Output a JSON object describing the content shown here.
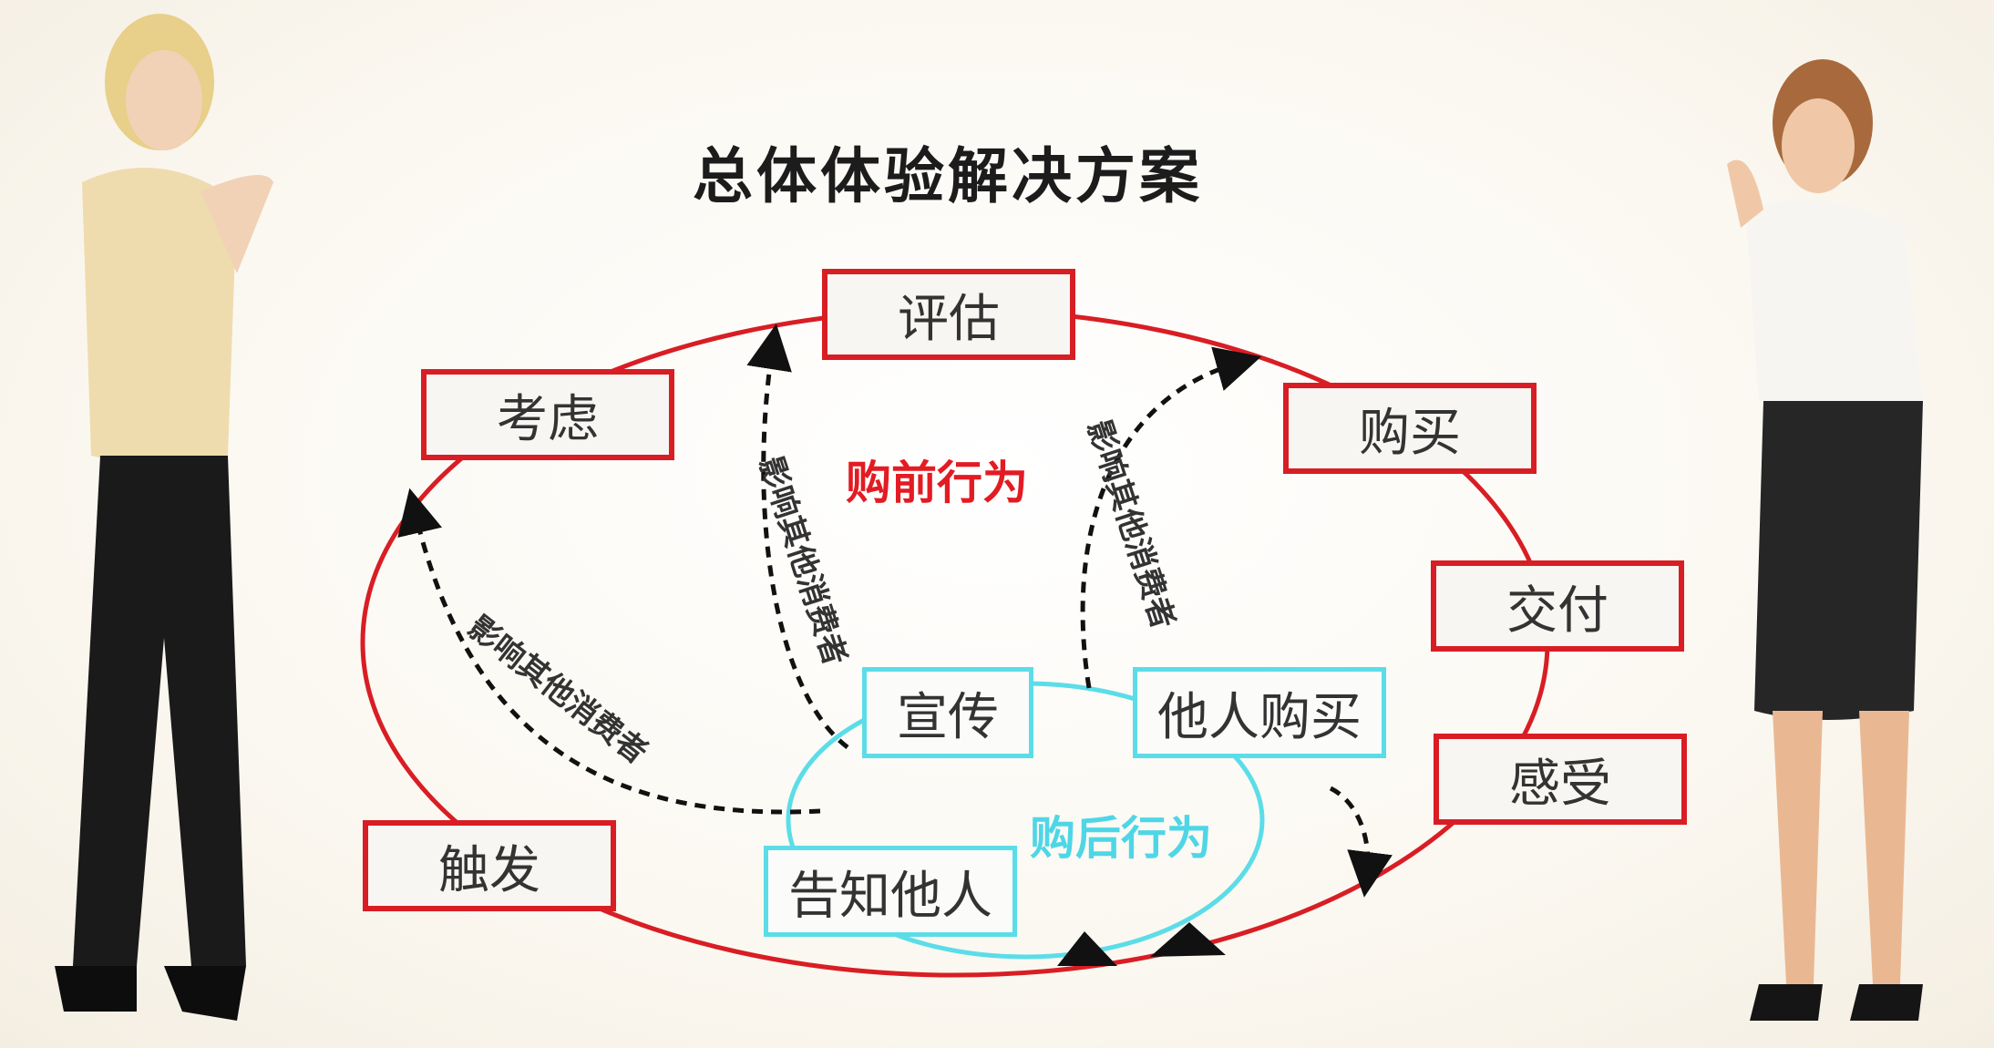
{
  "title": "总体体验解决方案",
  "stages": {
    "evaluate": "评估",
    "consider": "考虑",
    "purchase": "购买",
    "deliver": "交付",
    "feel": "感受",
    "trigger": "触发"
  },
  "post_purchase": {
    "promote": "宣传",
    "others_buy": "他人购买",
    "tell_others": "告知他人"
  },
  "regions": {
    "pre_purchase": "购前行为",
    "post_purchase": "购后行为"
  },
  "influence_label": "影响其他消费者",
  "colors": {
    "red": "#d81e24",
    "cyan": "#5bdde8",
    "pre_label": "#e31b23",
    "post_label": "#4fd6e6"
  }
}
